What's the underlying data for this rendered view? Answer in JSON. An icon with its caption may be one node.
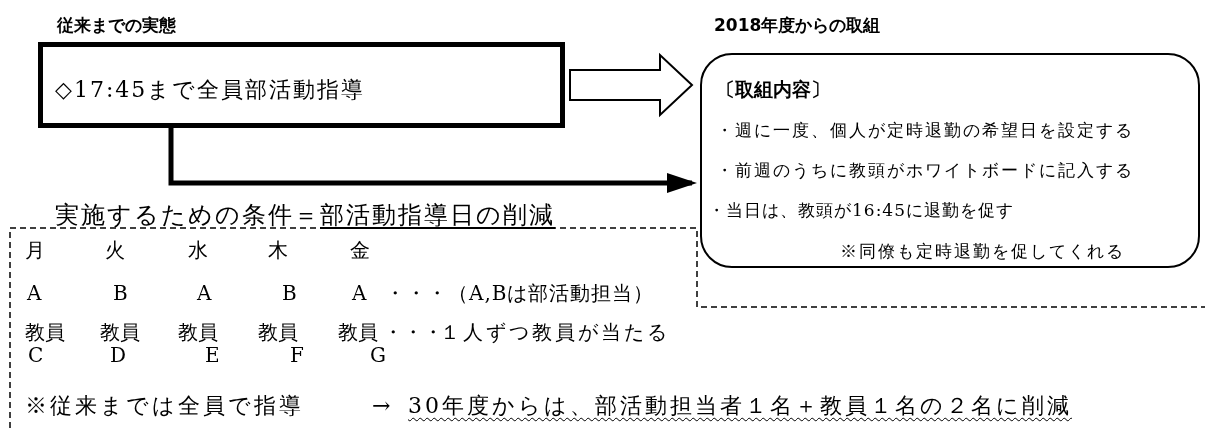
{
  "diagram": {
    "nodes": [
      {
        "text": [
          "従来までの実態",
          "◇17:45まで全員部活動指導"
        ]
      },
      {
        "text": [
          "2018年度からの取組",
          "〔取組内容〕",
          "・週に一度、個人が定時退勤の希望日を設定する",
          "・前週のうちに教頭がホワイトボードに記入する",
          "・当日は、教頭が16:45に退勤を促す",
          "※同僚も定時退勤を促してくれる"
        ]
      },
      {
        "text": [
          "実施するための条件＝",
          "部活動指導日の削減",
          "月",
          "火",
          "水",
          "木",
          "金",
          "A",
          "B",
          "A",
          "B",
          "A",
          "・・・（A,Bは部活動担当）",
          "教員",
          "教員",
          "教員",
          "教員",
          "教員",
          "・・・",
          "１人ずつ教員が当たる",
          "C",
          "D",
          "E",
          "F",
          "G",
          "※従来までは全員で指導",
          "→",
          "30年度からは、部活動担当者１名＋教員１名の２名に削減"
        ]
      }
    ],
    "edges": [
      {
        "from": 0,
        "to": 1,
        "arrow": "to",
        "style": "thick"
      },
      {
        "from": 0,
        "to": 1,
        "arrow": "to"
      }
    ]
  }
}
